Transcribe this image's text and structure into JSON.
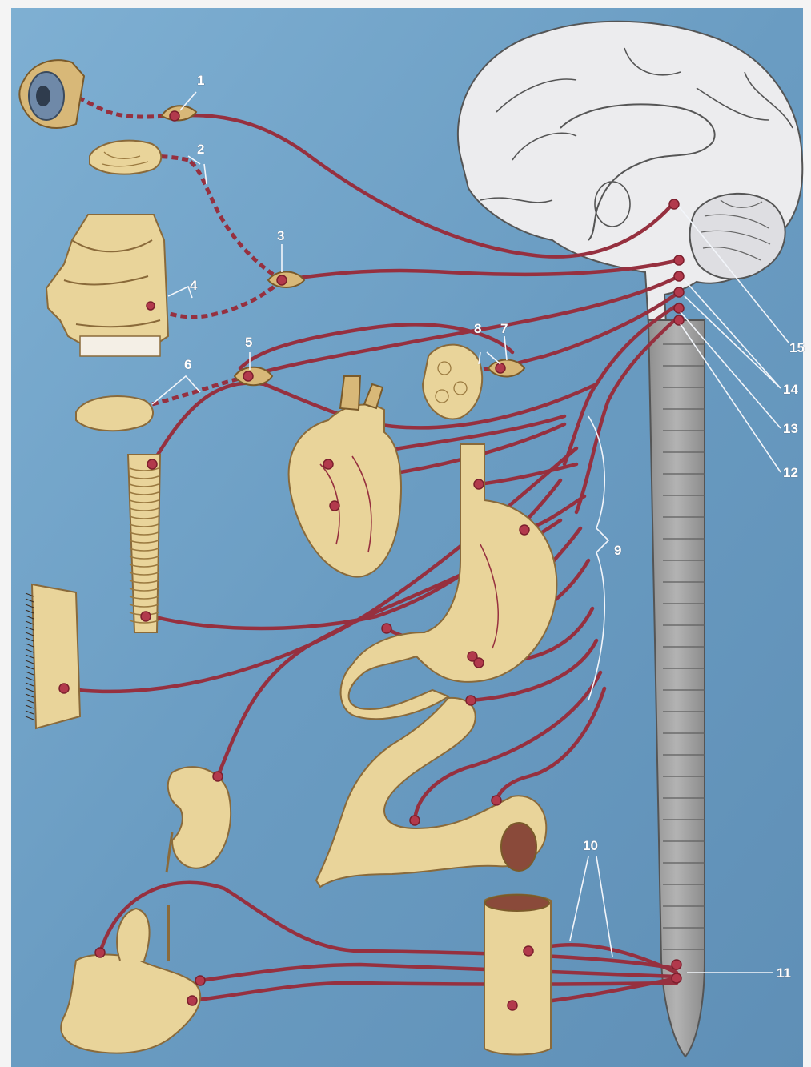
{
  "labels": {
    "n1": "1",
    "n2": "2",
    "n3": "3",
    "n4": "4",
    "n5": "5",
    "n6": "6",
    "n7": "7",
    "n8": "8",
    "n9": "9",
    "n10": "10",
    "n11": "11",
    "n12": "12",
    "n13": "13",
    "n14": "14",
    "n15": "15"
  },
  "colors": {
    "background": "#6f9fc3",
    "nerve": "#96303f",
    "ganglion": "#b2394c",
    "organ": "#e9d49a",
    "brain": "#e8e8ea",
    "spinal_cord": "#a9a9a9",
    "label_text": "#ffffff"
  }
}
